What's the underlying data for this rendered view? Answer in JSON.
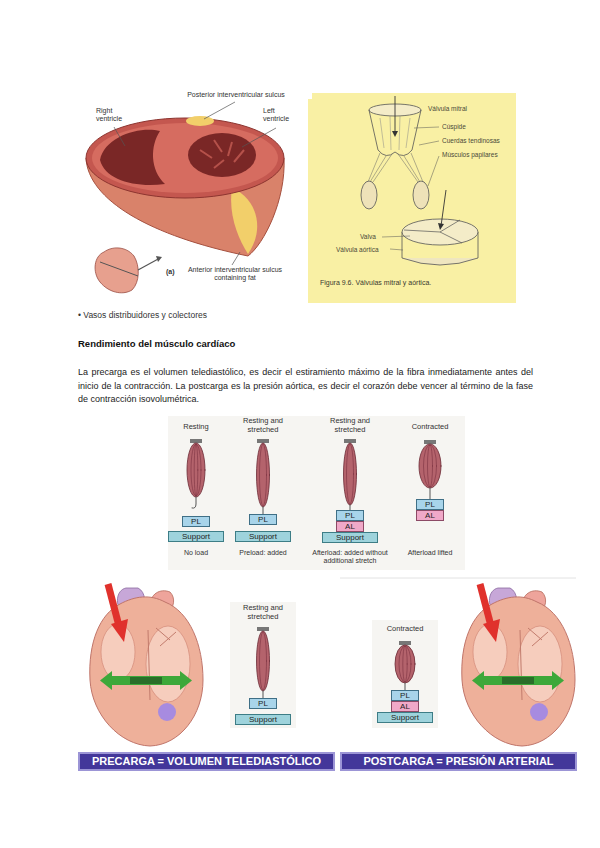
{
  "diagram": {
    "title": "Rendimiento del músculo cardíaco",
    "nodes": [
      {
        "text": [
          "Válvula mitral",
          "Cúspide",
          "Cuerdas tendinosas",
          "Músculos papilares",
          "Valva",
          "Válvula aórtica",
          "Figura 9.6. Válvulas mitral y aórtica."
        ]
      },
      {
        "text": [
          "PL"
        ]
      },
      {
        "text": [
          "Support"
        ]
      },
      {
        "text": [
          "PL"
        ]
      },
      {
        "text": [
          "Support"
        ]
      },
      {
        "text": [
          "PL"
        ]
      },
      {
        "text": [
          "AL"
        ]
      },
      {
        "text": [
          "Support"
        ]
      },
      {
        "text": [
          "PL"
        ]
      },
      {
        "text": [
          "AL"
        ]
      },
      {
        "text": [
          "PL"
        ]
      },
      {
        "text": [
          "Support"
        ]
      },
      {
        "text": [
          "PL"
        ]
      },
      {
        "text": [
          "AL"
        ]
      },
      {
        "text": [
          "Support"
        ]
      },
      {
        "text": [
          "PRECARGA = VOLUMEN TELEDIASTÓLICO"
        ]
      },
      {
        "text": [
          "POSTCARGA = PRESIÓN ARTERIAL"
        ]
      }
    ],
    "labels": [
      "Posterior interventricular sulcus",
      "Right ventricle",
      "Left ventricle",
      "(a)",
      "Anterior interventricular sulcus containing fat",
      "• Vasos distribuidores y colectores",
      "La precarga es el volumen telediastólico, es decir el estiramiento máximo de la fibra inmediatamente antes del inicio de la contracción. La postcarga es la presión aórtica, es decir el corazón debe vencer al término de la fase de contracción isovolumétrica.",
      "Resting",
      "Resting and stretched",
      "Resting and stretched",
      "Contracted",
      "No load",
      "Preload: added",
      "Afterload: added without additional stretch",
      "Afterload lifted",
      "Resting and stretched",
      "Contracted"
    ]
  }
}
